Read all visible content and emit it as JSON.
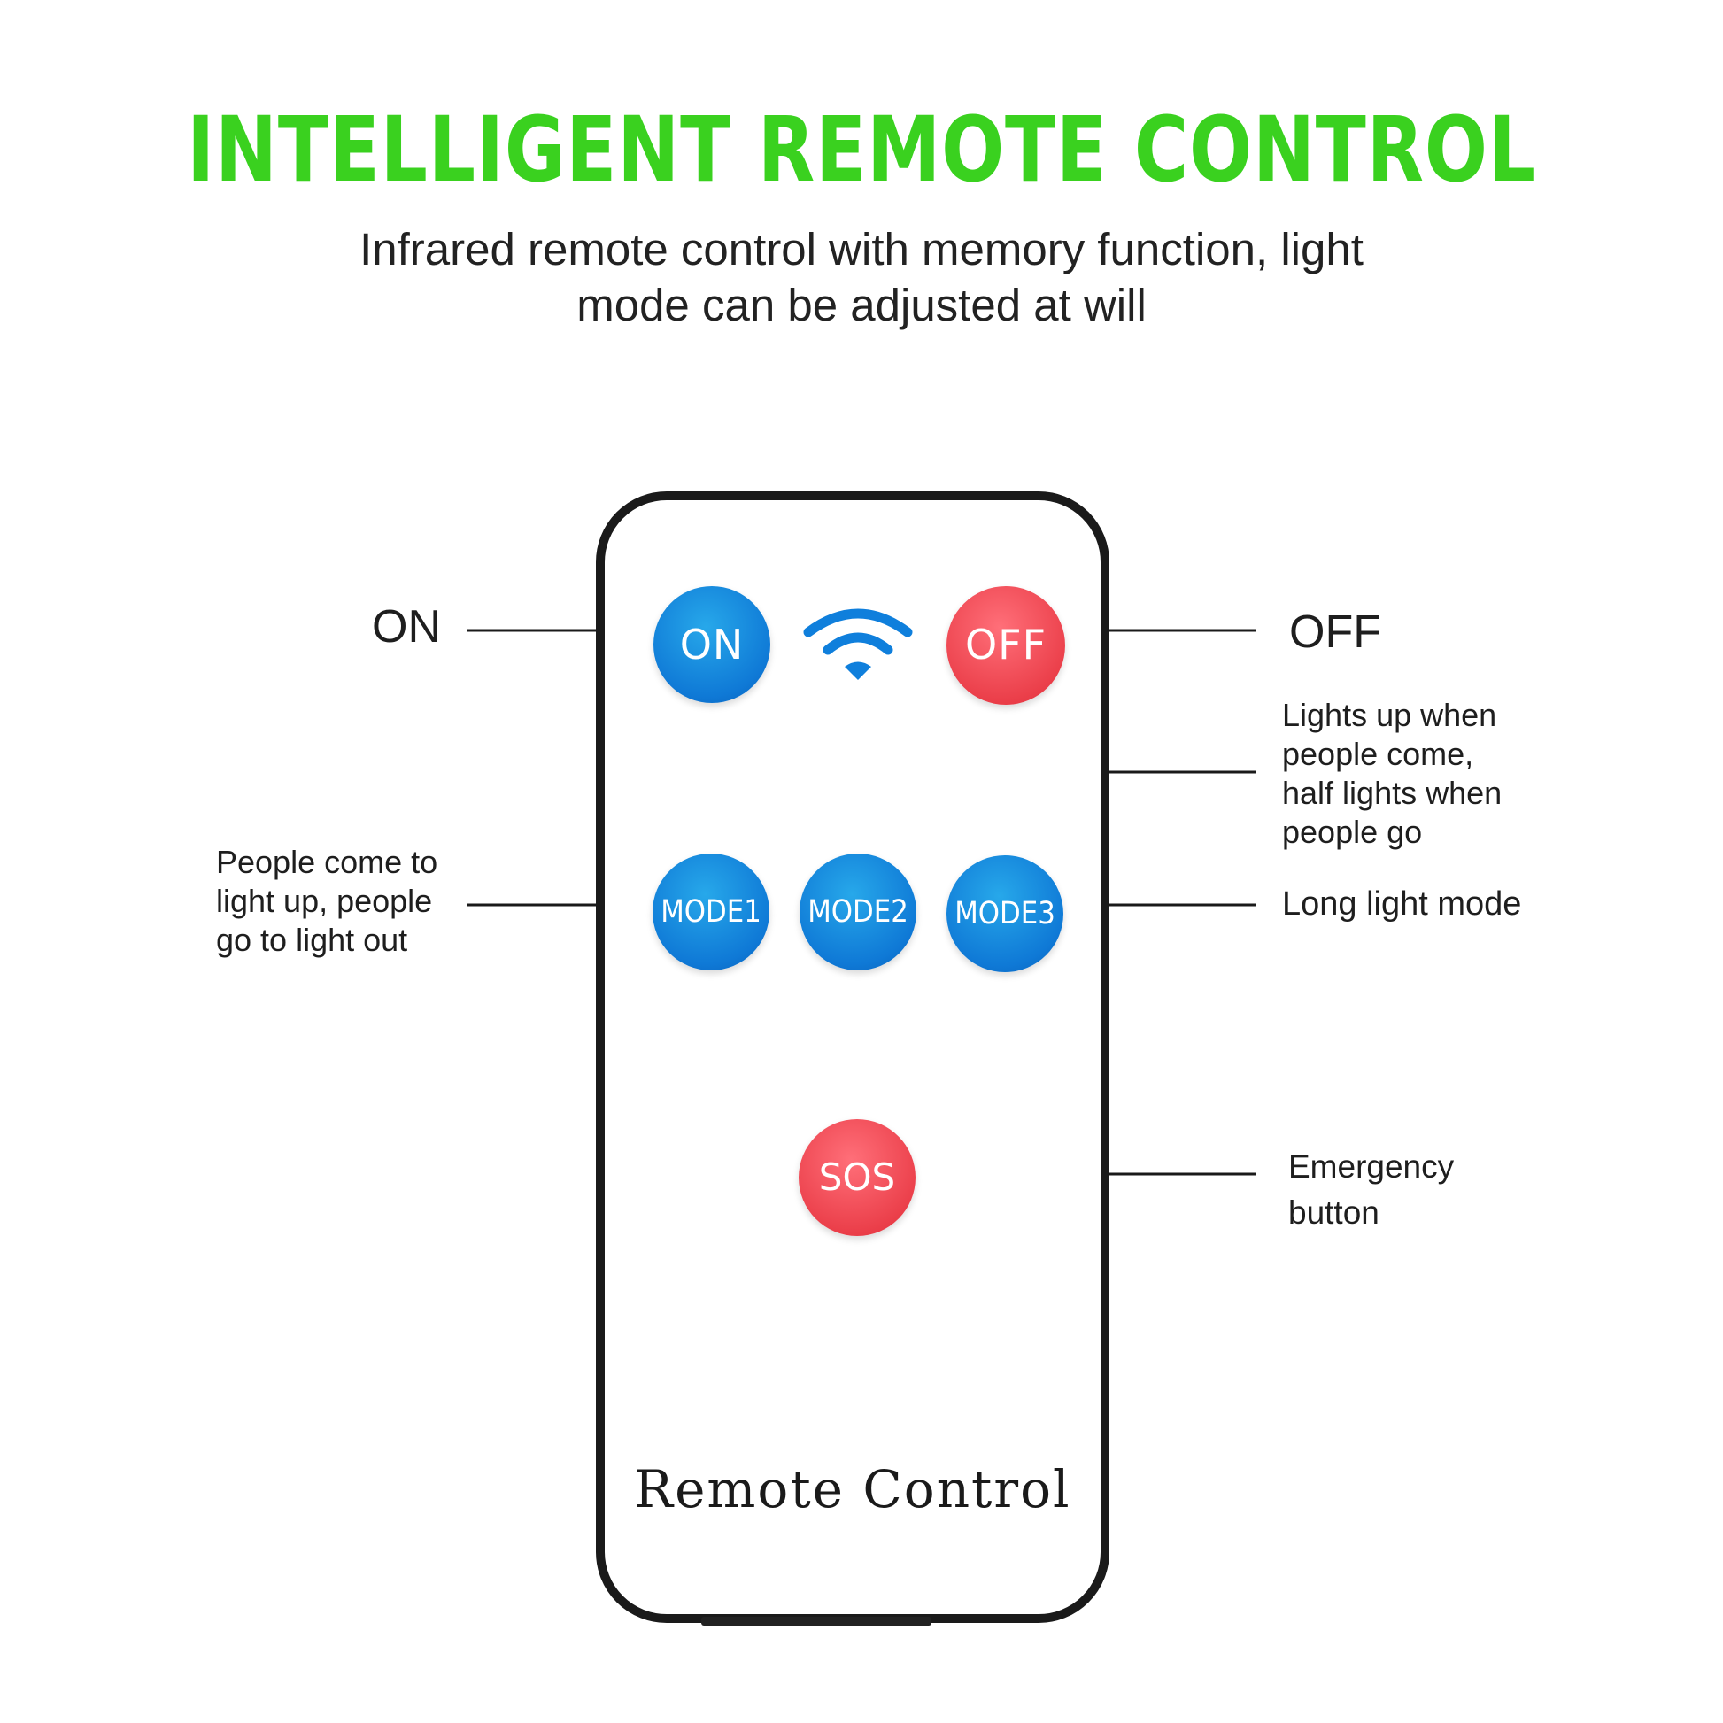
{
  "header": {
    "title": "INTELLIGENT REMOTE CONTROL",
    "subtitle_line1": "Infrared remote control with memory function, light",
    "subtitle_line2": "mode can be adjusted at will"
  },
  "colors": {
    "title_green": "#3ad11f",
    "button_blue": "#0f79d6",
    "button_red": "#ea3d48",
    "wifi_blue": "#0f7fdc"
  },
  "remote": {
    "buttons": {
      "on": "ON",
      "off": "OFF",
      "mode1": "MODE1",
      "mode2": "MODE2",
      "mode3": "MODE3",
      "sos": "SOS"
    },
    "icon": "wifi-icon",
    "caption": "Remote Control"
  },
  "callouts": {
    "on": "ON",
    "off": "OFF",
    "mode1": [
      "People come to",
      "light up, people",
      "go to light out"
    ],
    "mode2": [
      "Lights up when",
      "people come,",
      "half lights when",
      "people go"
    ],
    "mode3": "Long light mode",
    "sos": [
      "Emergency",
      "button"
    ]
  }
}
